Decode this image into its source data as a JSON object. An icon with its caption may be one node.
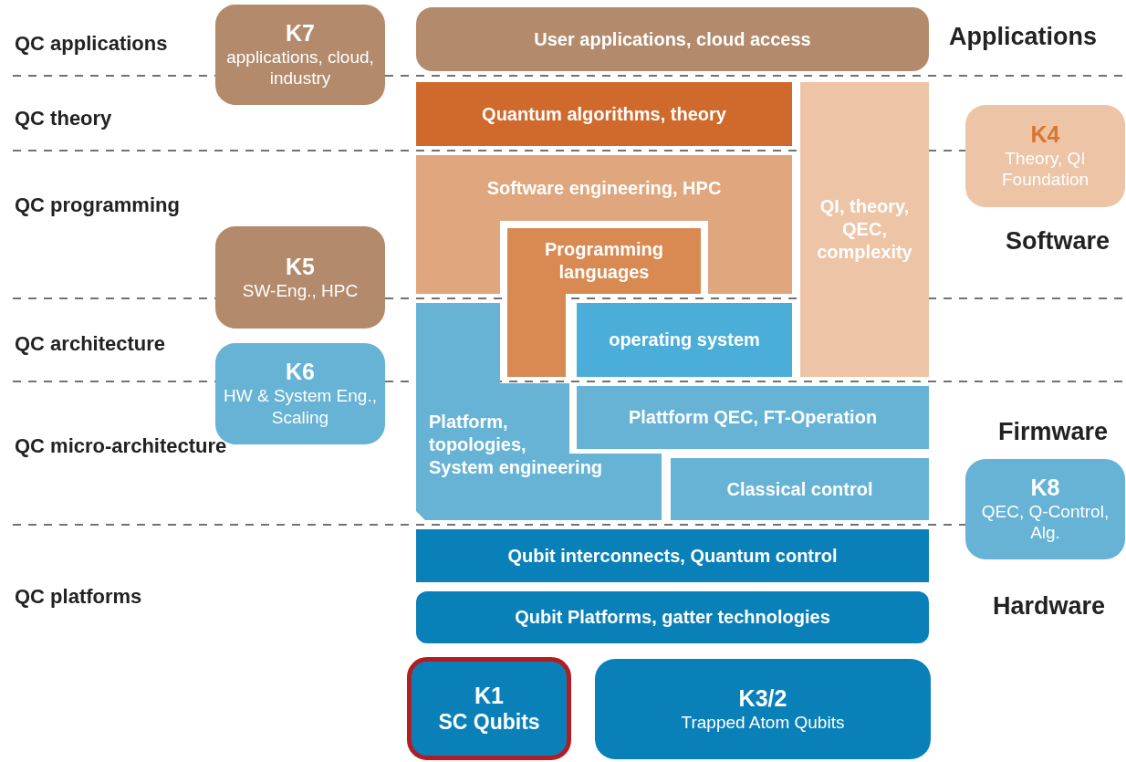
{
  "diagram": {
    "nodes": [
      {
        "text": [
          "K7",
          "applications, cloud, industry"
        ]
      },
      {
        "text": [
          "User applications, cloud access"
        ]
      },
      {
        "text": [
          "K4",
          "Theory, QI Foundation"
        ]
      },
      {
        "text": [
          "Quantum algorithms, theory"
        ]
      },
      {
        "text": [
          "QI, theory, QEC, complexity"
        ]
      },
      {
        "text": [
          "Software engineering, HPC"
        ]
      },
      {
        "text": [
          "Programming languages"
        ]
      },
      {
        "text": [
          "K5",
          "SW-Eng., HPC"
        ]
      },
      {
        "text": [
          "operating system"
        ]
      },
      {
        "text": [
          "K6",
          "HW & System Eng., Scaling"
        ]
      },
      {
        "text": [
          "Platform, topologies, System engineering"
        ]
      },
      {
        "text": [
          "Plattform QEC, FT-Operation"
        ]
      },
      {
        "text": [
          "Classical control"
        ]
      },
      {
        "text": [
          "K8",
          "QEC, Q-Control, Alg."
        ]
      },
      {
        "text": [
          "Qubit interconnects, Quantum control"
        ]
      },
      {
        "text": [
          "Qubit Platforms, gatter technologies"
        ]
      },
      {
        "text": [
          "K1",
          "SC Qubits"
        ]
      },
      {
        "text": [
          "K3/2",
          "Trapped Atom Qubits"
        ]
      },
      {
        "text": [],
        "shape": "bar"
      }
    ],
    "edges": [],
    "labels": [
      "QC applications",
      "Applications",
      "QC theory",
      "QC programming",
      "Software",
      "QC architecture",
      "QC micro-architecture",
      "Firmware",
      "QC platforms",
      "Hardware"
    ]
  }
}
